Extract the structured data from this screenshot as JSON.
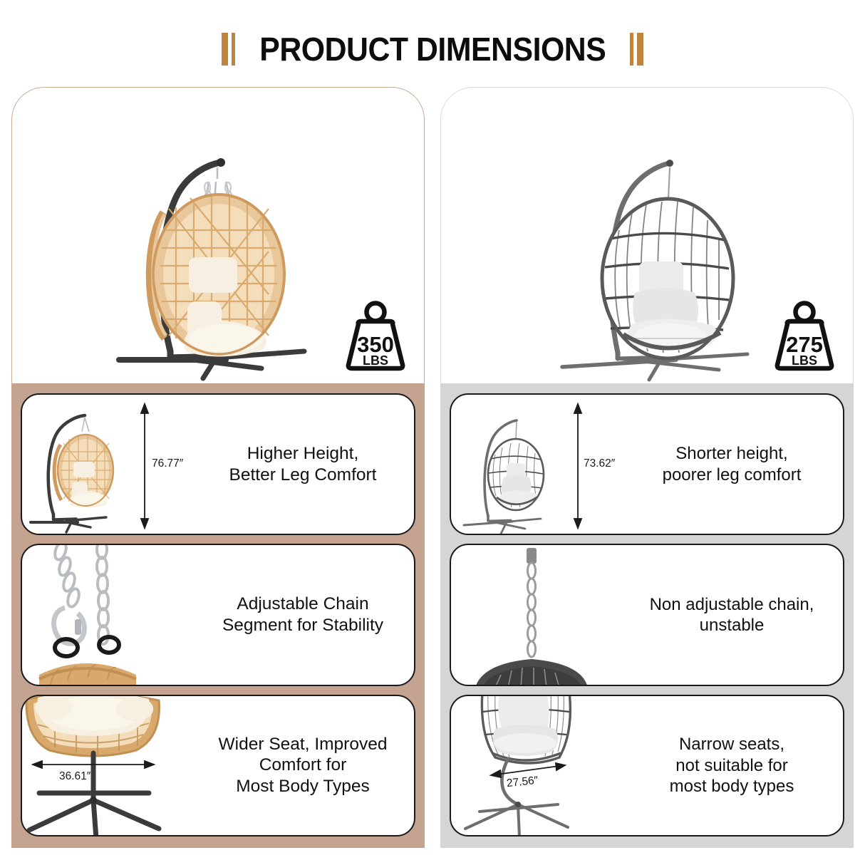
{
  "header": {
    "title": "PRODUCT DIMENSIONS",
    "deco_color": "#bf8440"
  },
  "theme": {
    "left_panel_bg": "#c4a491",
    "left_panel_border": "#c9ac96",
    "right_panel_bg": "#d5d5d5",
    "right_panel_border": "#dcdcdc",
    "card_bg": "#ffffff",
    "card_border": "#1a1a1a",
    "wicker_tan": "#d9a86c",
    "wicker_tan_light": "#e8c79a",
    "cushion_cream": "#f5ecdc",
    "frame_dark": "#3b3b3b",
    "frame_gray": "#6e6e6e",
    "cushion_gray": "#e3e3e3"
  },
  "left": {
    "product_name": "tan-wicker-egg-chair",
    "badge": {
      "icon": "weight-icon",
      "value": "350",
      "unit": "LBS"
    },
    "features": [
      {
        "figure": "chair-full-height-tan",
        "dimension": "76.77″",
        "dimension_axis": "vertical",
        "text_lines": [
          "Higher Height,",
          "Better Leg Comfort"
        ]
      },
      {
        "figure": "adjustable-chain-carabiner",
        "dimension": "",
        "dimension_axis": "none",
        "text_lines": [
          "Adjustable Chain",
          "Segment for Stability"
        ]
      },
      {
        "figure": "chair-seat-width-tan",
        "dimension": "36.61″",
        "dimension_axis": "horizontal",
        "text_lines": [
          "Wider Seat, Improved",
          "Comfort for",
          "Most Body Types"
        ]
      }
    ]
  },
  "right": {
    "product_name": "gray-egg-chair",
    "badge": {
      "icon": "weight-icon",
      "value": "275",
      "unit": "LBS"
    },
    "features": [
      {
        "figure": "chair-full-height-gray",
        "dimension": "73.62″",
        "dimension_axis": "vertical",
        "text_lines": [
          "Shorter height,",
          "poorer leg comfort"
        ]
      },
      {
        "figure": "non-adjustable-chain",
        "dimension": "",
        "dimension_axis": "none",
        "text_lines": [
          "Non adjustable chain,",
          "unstable"
        ]
      },
      {
        "figure": "chair-seat-width-gray",
        "dimension": "27.56″",
        "dimension_axis": "horizontal",
        "text_lines": [
          "Narrow seats,",
          "not suitable for",
          "most body types"
        ]
      }
    ]
  }
}
